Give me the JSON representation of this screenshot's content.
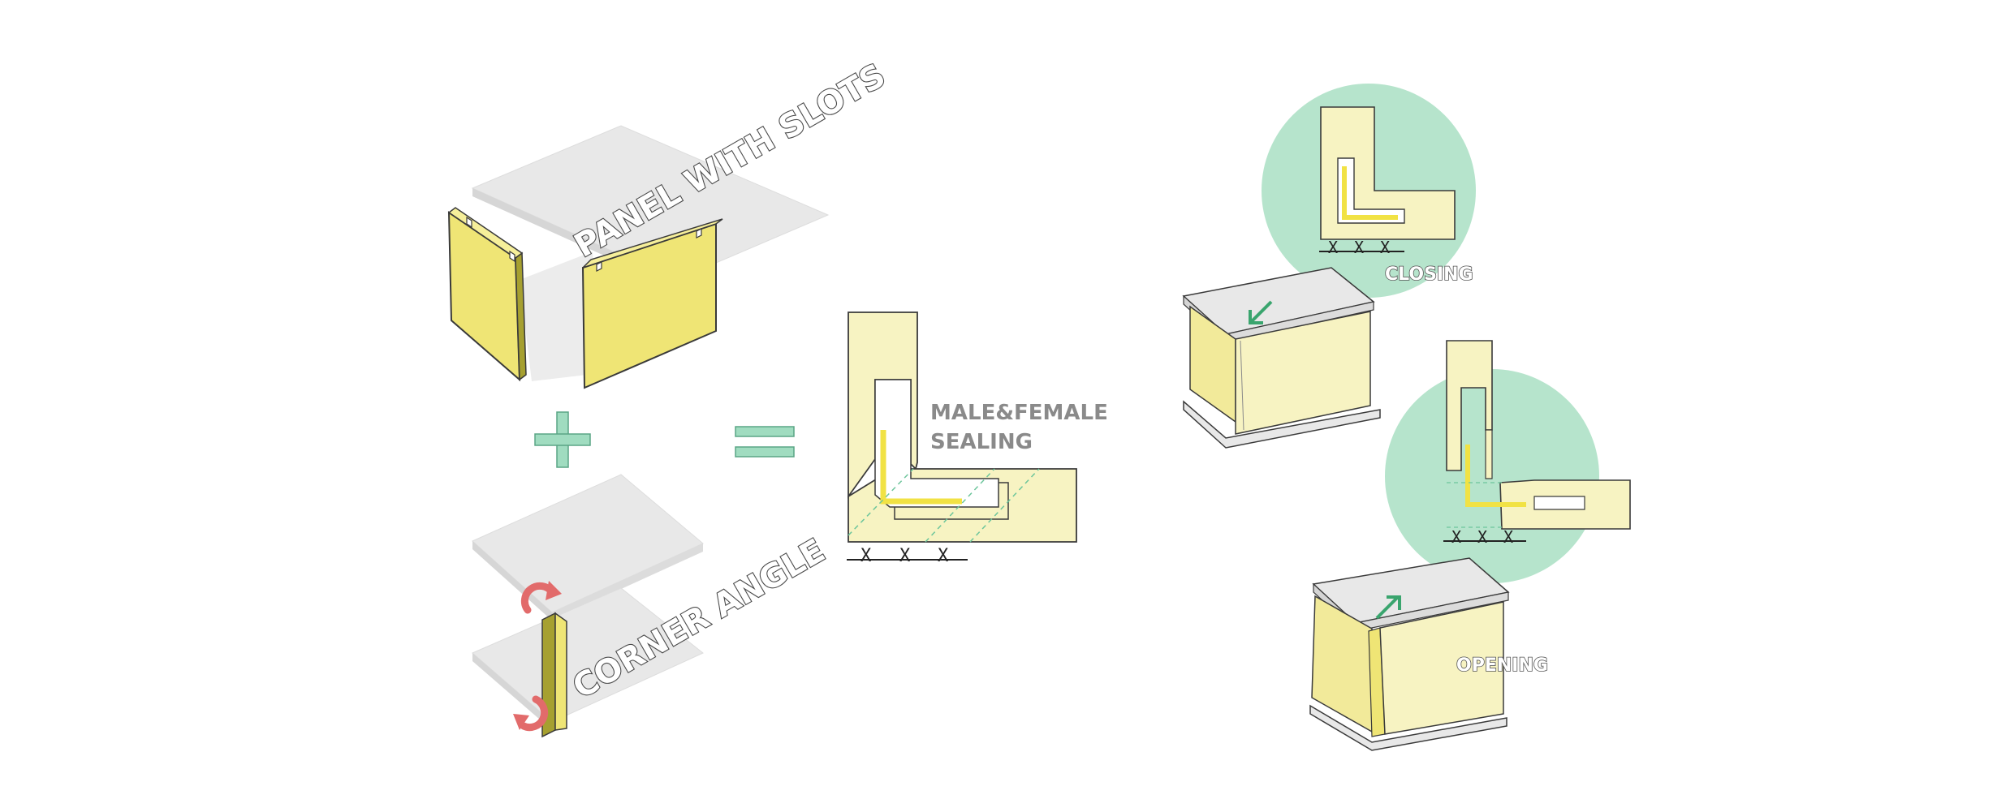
{
  "labels": {
    "panel_with_slots": "PANEL WITH SLOTS",
    "corner_angle": "CORNER ANGLE",
    "male_female_line1": "MALE&FEMALE",
    "male_female_line2": "SEALING",
    "closing": "CLOSING",
    "opening": "OPENING",
    "x_mark": "X"
  },
  "symbols": {
    "plus": "plus-sign",
    "equals": "equals-sign",
    "rotate": "rotate-arrow-icon",
    "direction": "direction-arrow-icon"
  },
  "colors": {
    "panel_yellow": "#efe575",
    "pale_yellow": "#f7f3c2",
    "board_gray": "#e6e6e6",
    "mint": "#a0dcc0",
    "mint_circle": "#b6e4cc",
    "seal_yellow": "#f1e244",
    "arrow_red": "#e26b6b",
    "arrow_green": "#3aa56e"
  }
}
